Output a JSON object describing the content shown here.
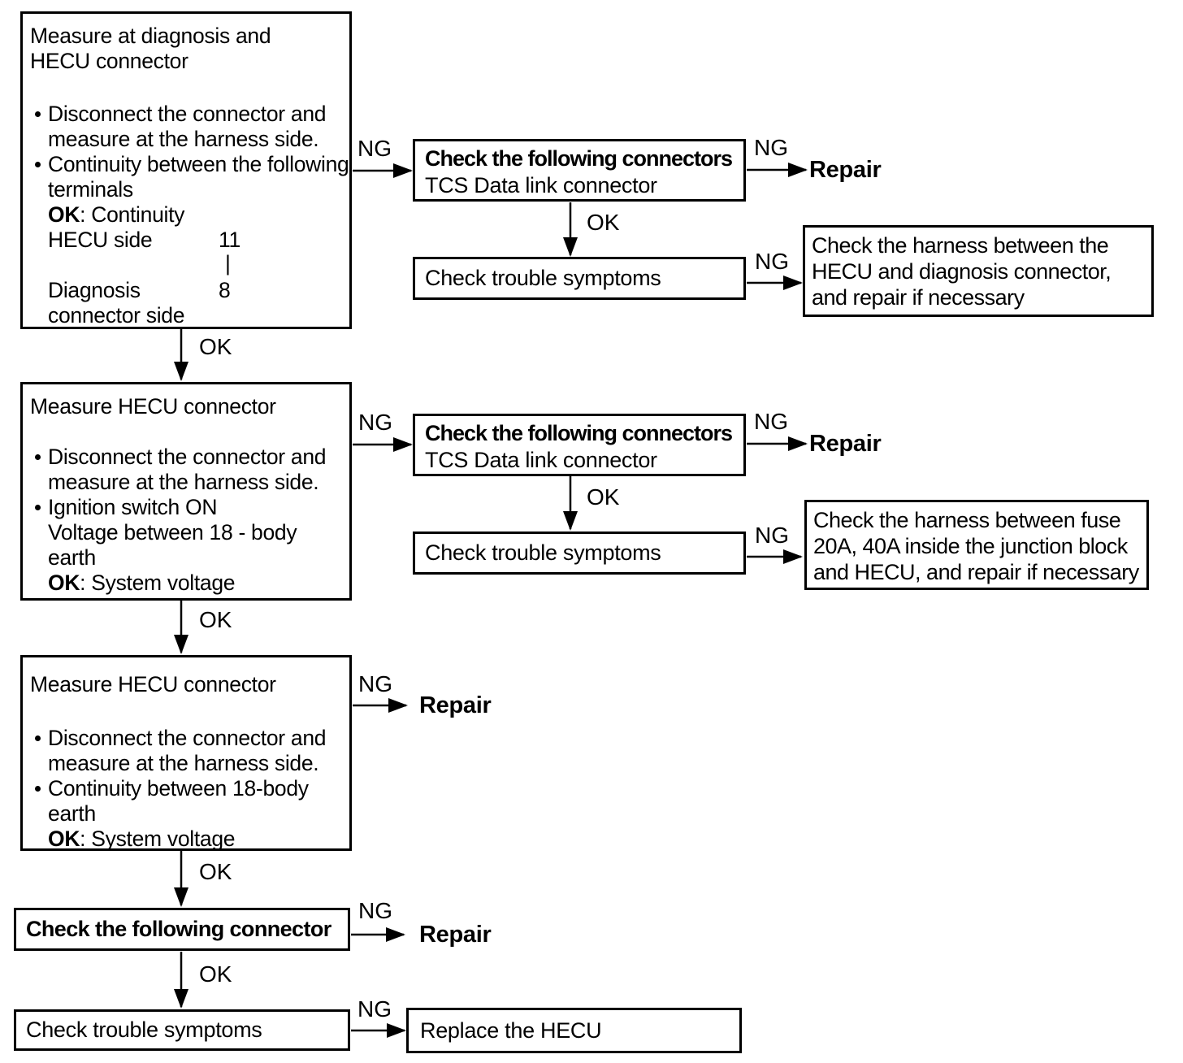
{
  "labels": {
    "ng": "NG",
    "ok": "OK"
  },
  "terminals": {
    "repair": "Repair"
  },
  "boxes": {
    "measure_diagnosis": {
      "title": [
        "Measure at diagnosis and",
        "HECU connector"
      ],
      "bullets_1": [
        "Disconnect the connector and",
        "measure at the harness side."
      ],
      "bullets_2": [
        "Continuity between the following",
        "terminals"
      ],
      "ok_label": "OK",
      "ok_value": ": Continuity",
      "hecu_label": "HECU side",
      "hecu_terminal": "11",
      "link": "|",
      "diagnosis_label_1": "Diagnosis",
      "diagnosis_terminal": "8",
      "diagnosis_label_2": "connector side"
    },
    "check_connectors_1": {
      "title": "Check the following connectors",
      "subtitle": "TCS Data link connector"
    },
    "check_trouble_1": {
      "text": "Check trouble symptoms"
    },
    "harness_diagnosis": {
      "lines": [
        "Check the harness between the",
        "HECU and diagnosis connector,",
        "and repair if necessary"
      ]
    },
    "measure_hecu_voltage": {
      "title": "Measure HECU connector",
      "bullets_1": [
        "Disconnect the connector and",
        "measure at the harness side."
      ],
      "bullets_2": [
        "Ignition switch ON",
        "Voltage between 18 - body",
        "earth"
      ],
      "ok_label": "OK",
      "ok_value": ": System voltage"
    },
    "check_connectors_2": {
      "title": "Check the following connectors",
      "subtitle": "TCS Data link connector"
    },
    "check_trouble_2": {
      "text": "Check trouble symptoms"
    },
    "harness_fuse": {
      "lines": [
        "Check the harness between fuse",
        "20A, 40A inside the junction block",
        "and HECU, and repair if necessary"
      ]
    },
    "measure_hecu_continuity": {
      "title": "Measure HECU connector",
      "bullets_1": [
        "Disconnect the connector and",
        "measure at the harness side."
      ],
      "bullets_2": [
        "Continuity between 18-body",
        "earth"
      ],
      "ok_label": "OK",
      "ok_value": ": System voltage"
    },
    "check_connector_final": {
      "title": "Check the following connector"
    },
    "check_trouble_3": {
      "text": "Check trouble symptoms"
    },
    "replace_hecu": {
      "text": "Replace the HECU"
    }
  },
  "edges": [
    {
      "from": "measure_diagnosis",
      "to": "check_connectors_1",
      "label": "NG"
    },
    {
      "from": "check_connectors_1",
      "to": "repair",
      "label": "NG"
    },
    {
      "from": "check_connectors_1",
      "to": "check_trouble_1",
      "label": "OK"
    },
    {
      "from": "check_trouble_1",
      "to": "harness_diagnosis",
      "label": "NG"
    },
    {
      "from": "measure_diagnosis",
      "to": "measure_hecu_voltage",
      "label": "OK"
    },
    {
      "from": "measure_hecu_voltage",
      "to": "check_connectors_2",
      "label": "NG"
    },
    {
      "from": "check_connectors_2",
      "to": "repair",
      "label": "NG"
    },
    {
      "from": "check_connectors_2",
      "to": "check_trouble_2",
      "label": "OK"
    },
    {
      "from": "check_trouble_2",
      "to": "harness_fuse",
      "label": "NG"
    },
    {
      "from": "measure_hecu_voltage",
      "to": "measure_hecu_continuity",
      "label": "OK"
    },
    {
      "from": "measure_hecu_continuity",
      "to": "repair",
      "label": "NG"
    },
    {
      "from": "measure_hecu_continuity",
      "to": "check_connector_final",
      "label": "OK"
    },
    {
      "from": "check_connector_final",
      "to": "repair",
      "label": "NG"
    },
    {
      "from": "check_connector_final",
      "to": "check_trouble_3",
      "label": "OK"
    },
    {
      "from": "check_trouble_3",
      "to": "replace_hecu",
      "label": "NG"
    }
  ]
}
